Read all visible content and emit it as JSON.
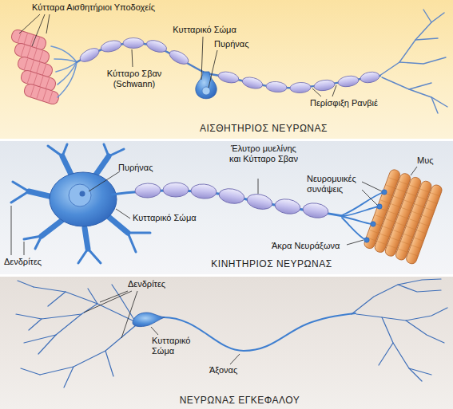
{
  "diagram": {
    "nodes": [
      {
        "text": [
          "ΑΙΣΘΗΤΗΡΙΟΣ ΝΕΥΡΩΝΑΣ"
        ]
      },
      {
        "text": [
          "ΚΙΝΗΤΗΡΙΟΣ ΝΕΥΡΩΝΑΣ"
        ]
      },
      {
        "text": [
          "ΝΕΥΡΩΝΑΣ ΕΓΚΕΦΑΛΟΥ"
        ]
      }
    ],
    "labels": [
      "Κύτταρα Αισθητήριοι Υποδοχείς",
      "Κυτταρικό Σώμα",
      "Πυρήνας",
      "Κύτταρο Σβαν (Schwann)",
      "Περίσφιξη Ρανβιέ",
      "Έλυτρο μυελίνης και Κύτταρο Σβαν",
      "Μυς",
      "Πυρήνας",
      "Νευρομυικές συνάψεις",
      "Κυτταρικό Σώμα",
      "Άκρα Νευράξωνα",
      "Δενδρίτες",
      "Δενδρίτες",
      "Κυτταρικό Σώμα",
      "Άξονας"
    ]
  }
}
